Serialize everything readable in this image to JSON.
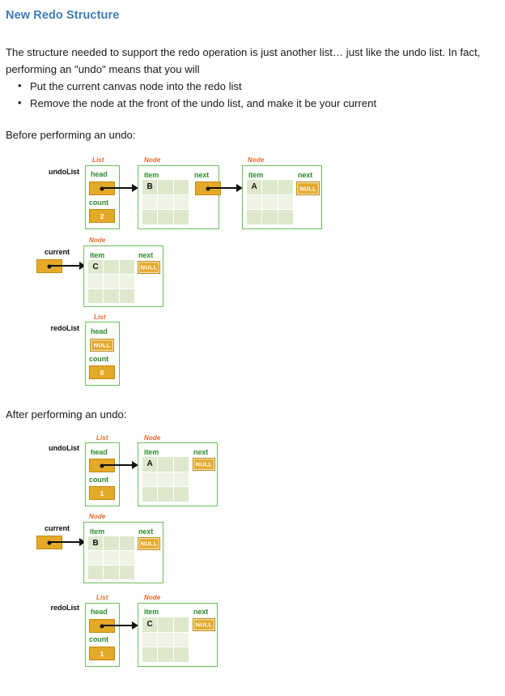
{
  "page": {
    "heading": "New Redo Structure",
    "paragraph": "The structure needed to support the redo operation is just another list…  just like the undo list.  In fact, performing an \"undo\" means that you will",
    "bullets": [
      "Put the current canvas node into the redo list",
      "Remove the node at the front of the undo list, and make it be your current"
    ],
    "caption_before": "Before performing an undo:",
    "caption_after": "After performing an undo:"
  },
  "labels": {
    "type_list": "List",
    "type_node": "Node",
    "field_head": "head",
    "field_count": "count",
    "field_item": "item",
    "field_next": "next",
    "null_value": "NULL",
    "var_undolist": "undoList",
    "var_current": "current",
    "var_redolist": "redoList"
  },
  "colors": {
    "heading_blue": "#3d7cb8",
    "type_orange": "#e8662a",
    "field_green": "#2e8b2e",
    "box_border_green": "#6bbf59",
    "pointer_gold": "#e5a92a",
    "pointer_gold_border": "#c08a12",
    "cell_green_dark": "#dde8cd",
    "cell_green_light": "#eef3e4",
    "arrow_black": "#111111",
    "text_black": "#1a1a1a"
  },
  "before_undo": {
    "undo_list": {
      "count": "2",
      "head_points_to": "node_b"
    },
    "undo_nodes": [
      {
        "item": "B",
        "next": "pointer"
      },
      {
        "item": "A",
        "next": "NULL"
      }
    ],
    "current": {
      "item": "C",
      "next": "NULL"
    },
    "redo_list": {
      "count": "0",
      "head": "NULL"
    }
  },
  "after_undo": {
    "undo_list": {
      "count": "1",
      "head_points_to": "node_a"
    },
    "undo_nodes": [
      {
        "item": "A",
        "next": "NULL"
      }
    ],
    "current": {
      "item": "B",
      "next": "NULL"
    },
    "redo_list": {
      "count": "1",
      "head_points_to": "node_c"
    },
    "redo_nodes": [
      {
        "item": "C",
        "next": "NULL"
      }
    ]
  }
}
